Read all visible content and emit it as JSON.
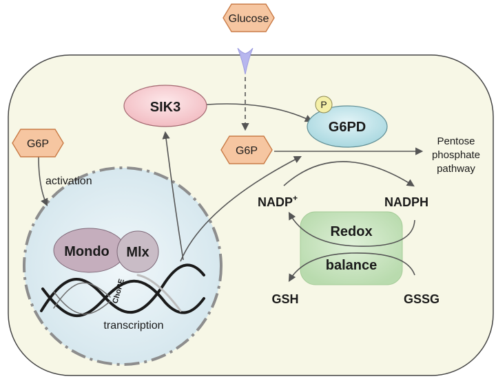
{
  "nodes": {
    "glucose": "Glucose",
    "g6p_outside": "G6P",
    "g6p_inside": "G6P",
    "sik3": "SIK3",
    "phospho": "P",
    "g6pd": "G6PD",
    "pentose_line1": "Pentose",
    "pentose_line2": "phosphate",
    "pentose_line3": "pathway",
    "nadp": "NADP",
    "nadp_sup": "+",
    "nadph": "NADPH",
    "redox": "Redox",
    "balance": "balance",
    "gsh": "GSH",
    "gssg": "GSSG",
    "mondo": "Mondo",
    "mlx": "Mlx",
    "chore": "ChoRE",
    "activation": "activation",
    "transcription": "transcription"
  },
  "colors": {
    "cell_fill": "#f7f7e6",
    "nucleus_fill": "#e3eef2",
    "hexagon_fill": "#f6c6a1",
    "hexagon_stroke": "#c97a45",
    "sik3_fill": "#f7d3d6",
    "g6pd_fill": "#bfe4ea",
    "phospho_fill": "#f5f0a8",
    "redox_fill": "#cbe4c2",
    "mondo_fill": "#c5aebd",
    "mlx_fill": "#c9bcc6",
    "transporter_fill": "#b7b6ee",
    "arrow": "#555555"
  }
}
